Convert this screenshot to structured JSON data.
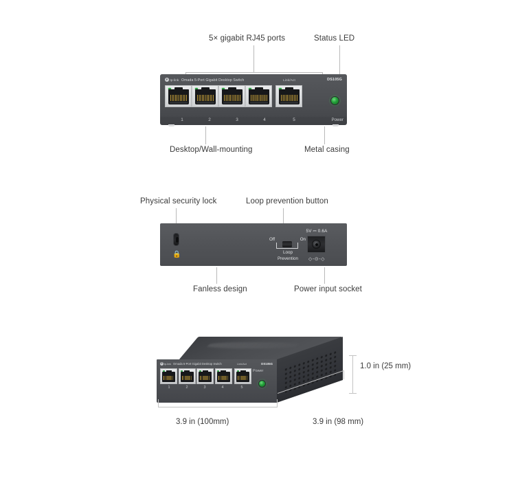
{
  "product": {
    "brand": "tp-link",
    "brand_mark": "P",
    "name": "Omada 5-Port Gigabit Desktop Switch",
    "model": "DS105G",
    "link_act_label": "Link/Act",
    "power_label": "Power",
    "port_numbers": [
      "1",
      "2",
      "3",
      "4",
      "5"
    ]
  },
  "front_view": {
    "callouts": [
      {
        "id": "ports",
        "label": "5× gigabit RJ45 ports"
      },
      {
        "id": "status-led",
        "label": "Status LED"
      },
      {
        "id": "mounting",
        "label": "Desktop/Wall-mounting"
      },
      {
        "id": "casing",
        "label": "Metal casing"
      }
    ]
  },
  "rear_view": {
    "callouts": [
      {
        "id": "security-lock",
        "label": "Physical security lock"
      },
      {
        "id": "loop-button",
        "label": "Loop prevention button"
      },
      {
        "id": "fanless",
        "label": "Fanless design"
      },
      {
        "id": "power-socket",
        "label": "Power input socket"
      }
    ],
    "switch": {
      "off_label": "Off",
      "on_label": "On",
      "caption_line1": "Loop",
      "caption_line2": "Prevention"
    },
    "power": {
      "spec": "5V ⎓ 0.6A",
      "polarity": "◇-⊙-◇"
    },
    "lock_icon_glyph": "🔒"
  },
  "iso_view": {
    "dimensions": {
      "height": "1.0 in (25 mm)",
      "width": "3.9 in (100mm)",
      "depth": "3.9 in (98 mm)"
    }
  },
  "colors": {
    "chassis": "#4e5053",
    "chassis_dark": "#33353a",
    "port_face": "#dcdee0",
    "led_green": "#23a13a",
    "leader_line": "#b9b9b9",
    "text": "#3a3a3a",
    "background": "#ffffff"
  }
}
